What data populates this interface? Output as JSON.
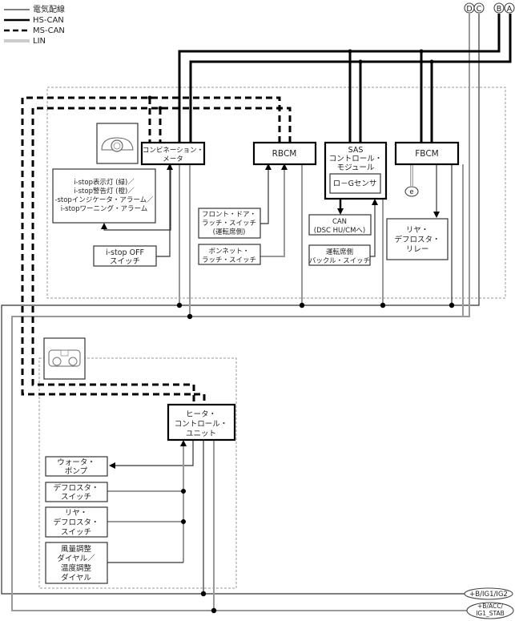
{
  "legend": {
    "items": [
      {
        "key": "power",
        "label": "電気配線"
      },
      {
        "key": "hs_can",
        "label": "HS-CAN"
      },
      {
        "key": "ms_can",
        "label": "MS-CAN"
      },
      {
        "key": "lin",
        "label": "LIN"
      }
    ]
  },
  "connectors": {
    "D": "D",
    "C": "C",
    "B": "B",
    "A": "A",
    "e": "e"
  },
  "modules": {
    "combination_meter": {
      "lines": [
        "コンビネーション・",
        "メータ"
      ]
    },
    "rbcm": {
      "lines": [
        "RBCM"
      ]
    },
    "sas": {
      "lines": [
        "SAS",
        "コントロール・",
        "モジュール"
      ],
      "sensor": "ロ－Gセンサ"
    },
    "fbcm": {
      "lines": [
        "FBCM"
      ]
    },
    "heater_control": {
      "lines": [
        "ヒータ・",
        "コントロール・",
        "ユニット"
      ]
    }
  },
  "components": {
    "istop_indicators": {
      "lines": [
        "i-stop表示灯 (緑)／",
        "i-stop警告灯 (橙)／",
        "-stopインジケータ・アラーム／",
        "i-stopワーニング・アラーム"
      ]
    },
    "istop_off_switch": {
      "lines": [
        "i-stop OFF",
        "スイッチ"
      ]
    },
    "front_door_latch": {
      "lines": [
        "フロント・ドア・",
        "ラッチ・スイッチ",
        "(運転席側)"
      ]
    },
    "bonnet_latch": {
      "lines": [
        "ボンネット・",
        "ラッチ・スイッチ"
      ]
    },
    "can_out": {
      "lines": [
        "CAN",
        "(DSC HU/CMへ)"
      ]
    },
    "buckle_switch": {
      "lines": [
        "運転席側",
        "バックル・スイッチ"
      ]
    },
    "rear_defroster_relay": {
      "lines": [
        "リヤ・",
        "デフロスタ・",
        "リレー"
      ]
    },
    "water_pump": {
      "lines": [
        "ウォータ・",
        "ポンプ"
      ]
    },
    "defroster_switch": {
      "lines": [
        "デフロスタ・",
        "スイッチ"
      ]
    },
    "rear_defroster_switch": {
      "lines": [
        "リヤ・",
        "デフロスタ・",
        "スイッチ"
      ]
    },
    "fan_temp_dial": {
      "lines": [
        "風量調整",
        "ダイヤル／",
        "温度調整",
        "ダイヤル"
      ]
    }
  },
  "power_sources": {
    "ig1_ig2": {
      "lines": [
        "+B/IG1/IG2"
      ]
    },
    "acc_stab": {
      "lines": [
        "+B/ACC/",
        "IG1_STAB"
      ]
    }
  }
}
